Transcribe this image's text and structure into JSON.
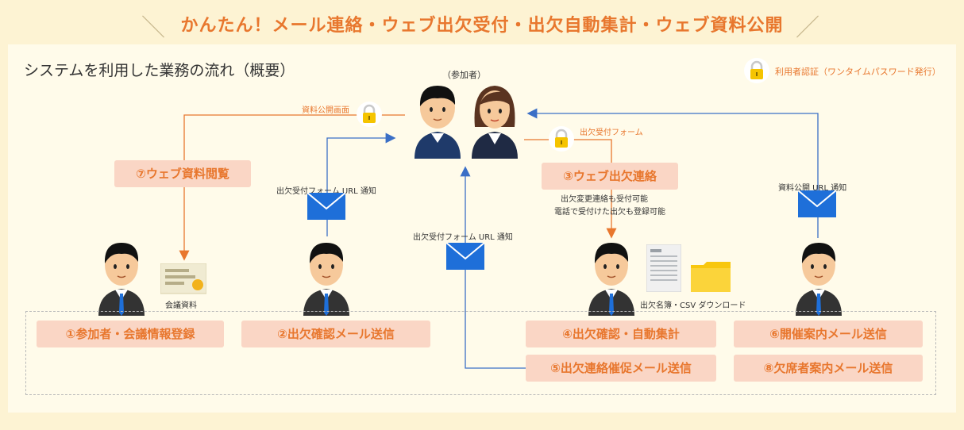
{
  "banner": {
    "title": "かんたん！メール連絡・ウェブ出欠受付・出欠自動集計・ウェブ資料公開",
    "slash_left": "＼",
    "slash_right": "／"
  },
  "subtitle": "システムを利用した業務の流れ（概要）",
  "legend": {
    "icon": "padlock-icon",
    "text": "利用者認証（ワンタイムパスワード発行）"
  },
  "participants_label": "（参加者）",
  "labels": {
    "doc_page": "資料公開画面",
    "attend_form": "出欠受付フォーム",
    "form_url_1": "出欠受付フォーム URL 通知",
    "form_url_2": "出欠受付フォーム URL 通知",
    "doc_url": "資料公開 URL 通知",
    "note_line1": "出欠変更連絡も受付可能",
    "note_line2": "電話で受付けた出欠も登録可能",
    "meeting_docs": "会議資料",
    "csv_download": "出欠名簿・CSV ダウンロード"
  },
  "steps": {
    "s1": "①参加者・会議情報登録",
    "s2": "②出欠確認メール送信",
    "s3": "③ウェブ出欠連絡",
    "s4": "④出欠確認・自動集計",
    "s5": "⑤出欠連絡催促メール送信",
    "s6": "⑥開催案内メール送信",
    "s7": "⑦ウェブ資料閲覧",
    "s8": "⑧欠席者案内メール送信"
  },
  "colors": {
    "accent": "#e8772e",
    "arrow_blue": "#3b6fc6",
    "tag_bg": "#fad6c5",
    "navy": "#1f3a6a",
    "background": "#fdf3d3"
  }
}
